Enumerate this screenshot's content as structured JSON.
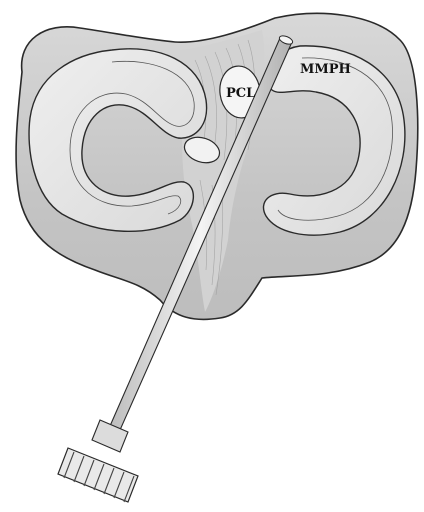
{
  "labels": {
    "pcl": "PCL",
    "mmph": "MMPH"
  },
  "colors": {
    "background": "#ffffff",
    "tibial_plateau_fill": "#c9c9c9",
    "meniscus_fill": "#e6e6e6",
    "outline": "#2a2a2a",
    "instrument_fill": "#ececec"
  },
  "icons": {
    "instrument": "arthroscopic-guide-instrument"
  }
}
